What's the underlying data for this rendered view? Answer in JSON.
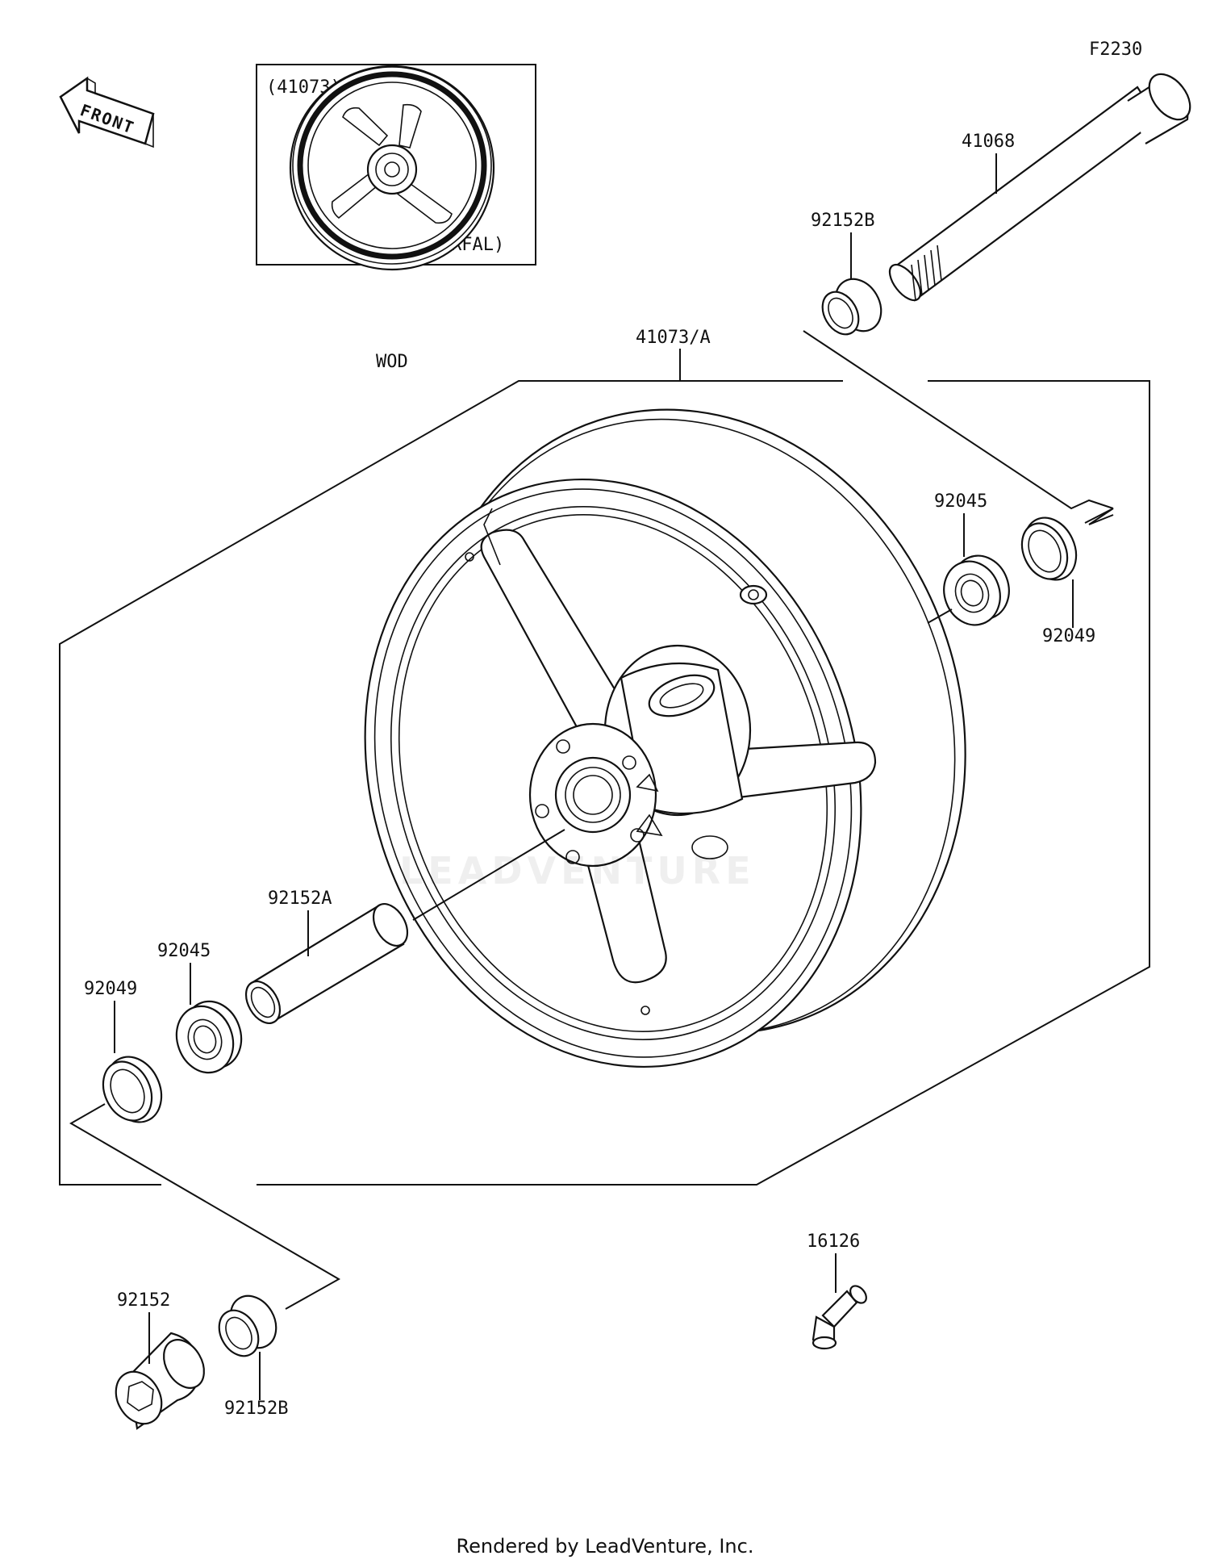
{
  "diagram_code": "F2230",
  "direction": {
    "label": "FRONT"
  },
  "inset": {
    "part_no": "(41073)",
    "applicability": "(LNFAN~LRFAL)",
    "caption": "WOD"
  },
  "watermark": "LEADVENTURE",
  "parts": {
    "axle": "41068",
    "collar_right": "92152B",
    "wheel": "41073/A",
    "bearing_right": "92045",
    "seal_right": "92049",
    "spacer": "92152A",
    "bearing_left": "92045",
    "seal_left": "92049",
    "collar_left_large": "92152",
    "collar_left": "92152B",
    "valve": "16126"
  },
  "footer": "Rendered by LeadVenture, Inc."
}
